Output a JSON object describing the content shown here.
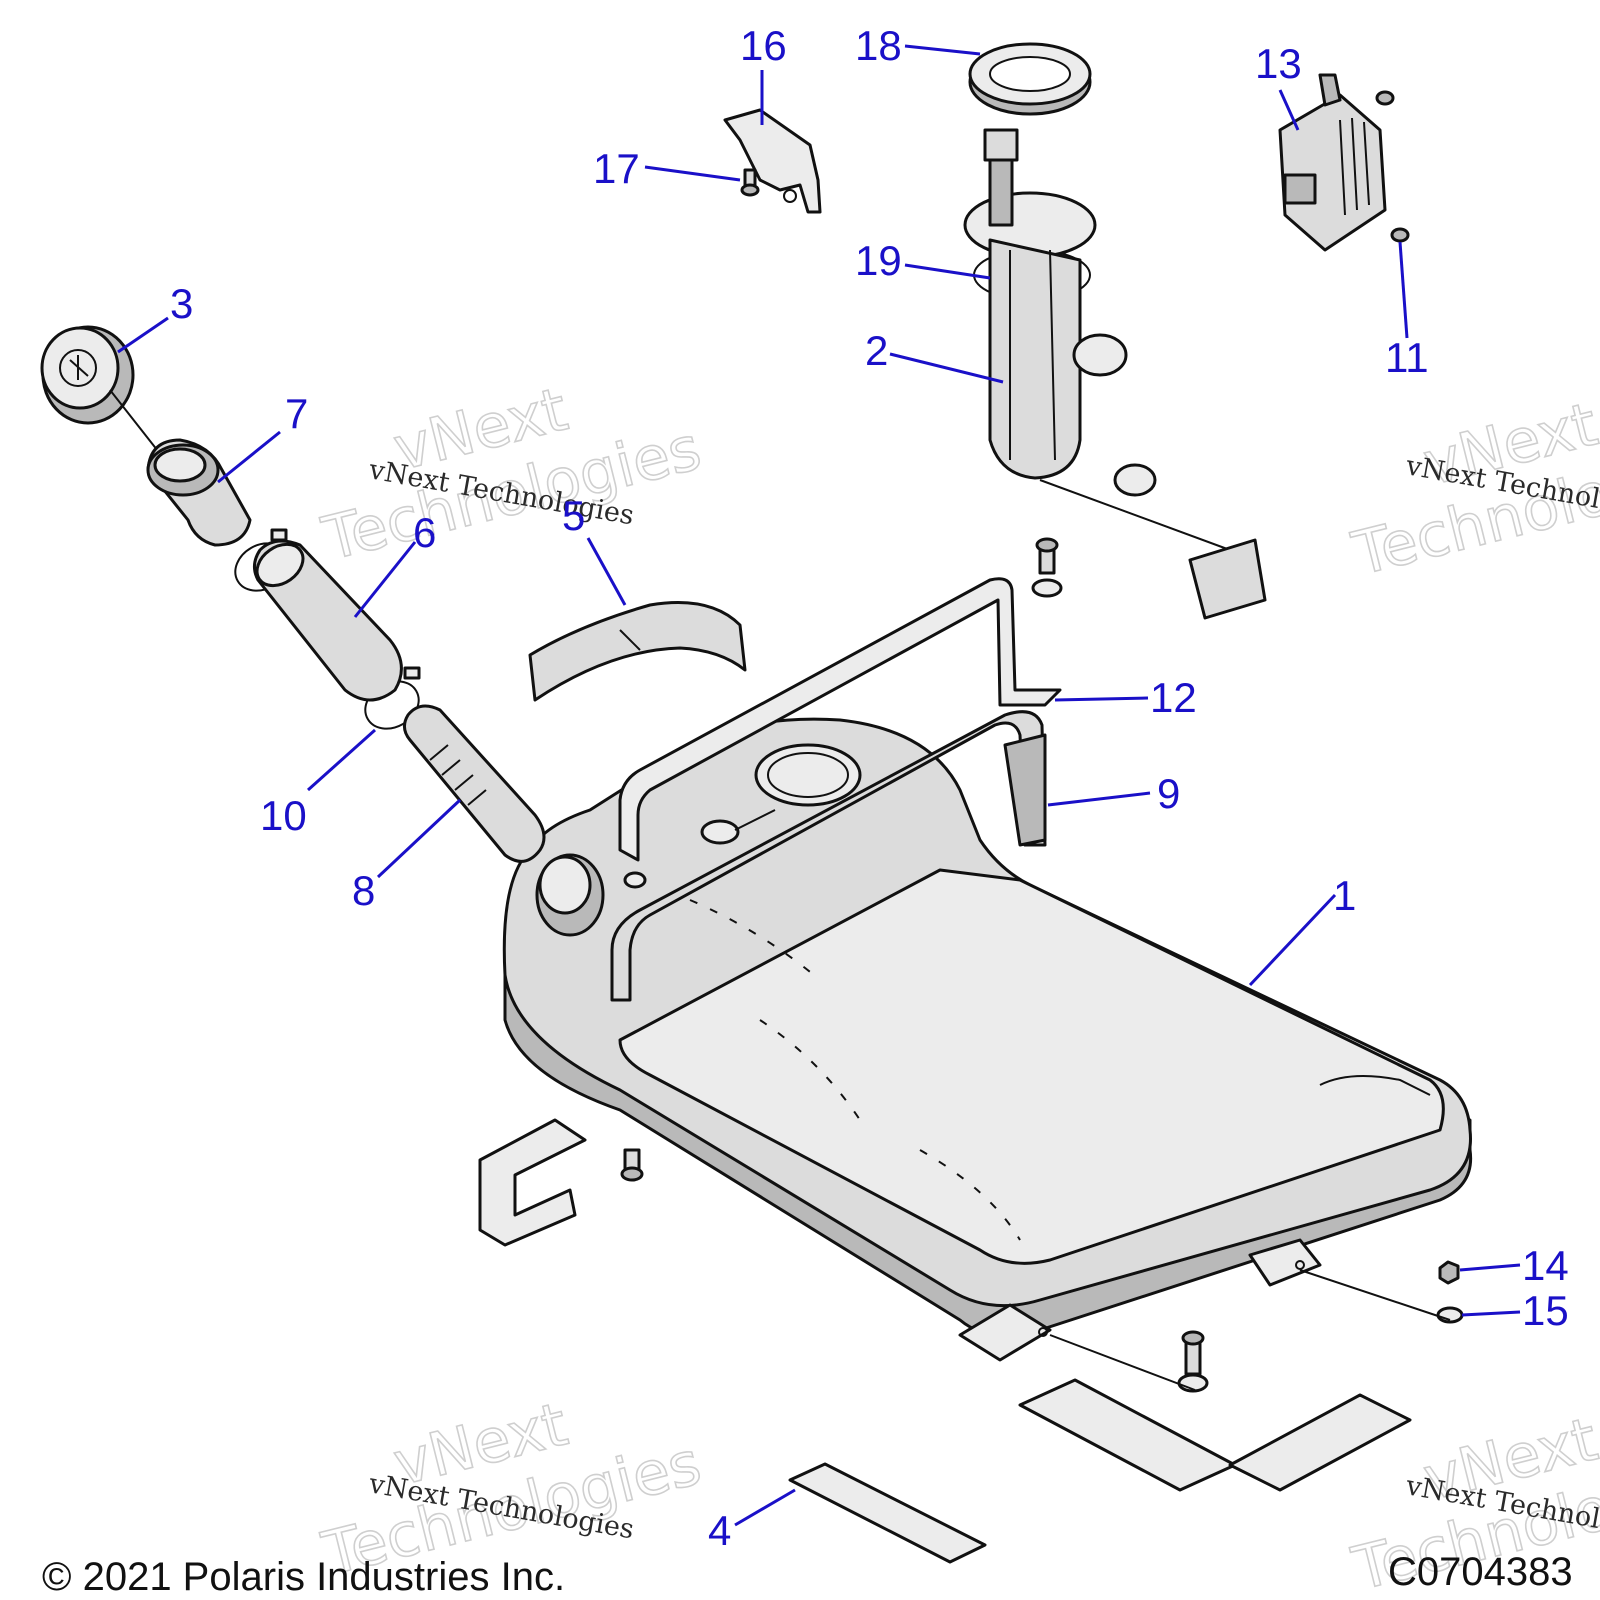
{
  "callouts": [
    {
      "id": "1",
      "label": "1"
    },
    {
      "id": "2",
      "label": "2"
    },
    {
      "id": "3",
      "label": "3"
    },
    {
      "id": "4",
      "label": "4"
    },
    {
      "id": "5",
      "label": "5"
    },
    {
      "id": "6",
      "label": "6"
    },
    {
      "id": "7",
      "label": "7"
    },
    {
      "id": "8",
      "label": "8"
    },
    {
      "id": "9",
      "label": "9"
    },
    {
      "id": "10",
      "label": "10"
    },
    {
      "id": "11",
      "label": "11"
    },
    {
      "id": "12",
      "label": "12"
    },
    {
      "id": "13",
      "label": "13"
    },
    {
      "id": "14",
      "label": "14"
    },
    {
      "id": "15",
      "label": "15"
    },
    {
      "id": "16",
      "label": "16"
    },
    {
      "id": "17",
      "label": "17"
    },
    {
      "id": "18",
      "label": "18"
    },
    {
      "id": "19",
      "label": "19"
    }
  ],
  "watermark": {
    "line1": "vNext",
    "line2": "Technologies",
    "caption": "vNext Technologies"
  },
  "footer": {
    "copyright": "© 2021 Polaris Industries Inc.",
    "drawing_number": "C0704383"
  },
  "colors": {
    "callout_blue": "#1a10c8",
    "outline": "#111111",
    "part_fill": "#dcdcdc"
  }
}
